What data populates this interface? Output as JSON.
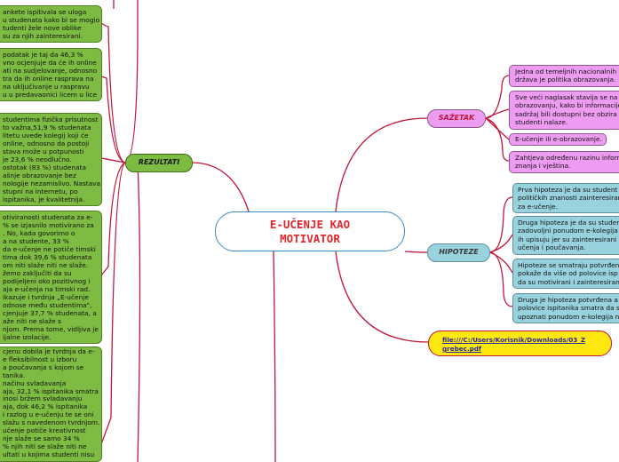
{
  "center": {
    "title_line1": "E-UČENJE KAO",
    "title_line2": "MOTIVATOR"
  },
  "rezultati": {
    "label": "REZULTATI",
    "items": [
      {
        "lines": [
          "ankete ispitivala se uloga",
          "u studenata kako bi se mogio",
          "tudenti žele nove oblike",
          "su za njih zainteresirani."
        ]
      },
      {
        "lines": [
          "podatak je taj da 46,3 %",
          "vno ocjenjuje da će ih online",
          "ati na sudjelovanje, odnosno",
          "tra da ih online rasprava na",
          "na uključivanje u raspravu",
          "u u predavaonici licem u lice"
        ]
      },
      {
        "lines": [
          "studentima fizička prisutnost",
          "to važna,51,9 % studenata",
          "litetu uvede kolegij koji će",
          "online, odnosno da postoji",
          "stava može u potpunosti",
          "je 23,6 % neodlučno.",
          "ostotak (83 %) studenata",
          "ašnje obrazovanje bez",
          "nologije nezamislivo. Nastava",
          "stupni na internetu, po",
          "ispitanika, je kvalitetnija."
        ]
      },
      {
        "lines": [
          "otiviranosti studenata za e-",
          "% se izjasnilo motivirano za",
          ". No, kada govorimo o",
          "a na studente, 33 %",
          "da e-učenje ne potiče timski",
          "tima dok 39,6 % studenata",
          "om niti slaže niti ne slaže.",
          "žemo zaključiti da su",
          "podijeljeni oko pozitivnog i",
          "aja e-učenja na timski rad.",
          "ikazuje i tvrdnja „E-učenje",
          "odnose među studentima\",",
          "cjenjuje 37,7 % studenata, a",
          "aže niti ne slaže s",
          "njom. Prema tome, vidljiva je",
          "ijalne izolacije."
        ]
      },
      {
        "lines": [
          "cjenu dobila je tvrdnja da e-",
          "e fleksibilnost u izboru",
          "a poučavanja s kojom se",
          "tanika.",
          "načinu svladavanja",
          "aja, 32,1 % ispitanika smatra",
          "inosi bržem svladavanju",
          "aja, dok 46,2 % ispitanika",
          "i razlog u e-učenju te se oni",
          "slažu s navedenom tvrdnjom.",
          "učenje potiče kreativnost",
          "nje slaže se samo 34 %",
          "% njih niti se slaže niti ne",
          "ultati u kojima studenti nisu"
        ]
      }
    ]
  },
  "sazetak": {
    "label": "SAŽETAK",
    "items": [
      {
        "lines": [
          "Jedna od temeljnih nacionalnih",
          "država je politika obrazovanja."
        ]
      },
      {
        "lines": [
          "Sve veći naglasak stavija se na",
          "obrazovanju, kako bi informacije",
          "sadržaj bili dostupni bez obzira",
          "studenti nalaze."
        ]
      },
      {
        "lines": [
          "E-učenje ili e-obrazovanje."
        ]
      },
      {
        "lines": [
          "Zahtjeva određenu razinu inform",
          "znanja i vještina."
        ]
      }
    ]
  },
  "hipoteze": {
    "label": "HIPOTEZE",
    "items": [
      {
        "lines": [
          "Prva hipoteza je da su student",
          "političkih znanosti zainteresiran",
          "za e-učenje."
        ]
      },
      {
        "lines": [
          "Druga hipoteza je da su studen",
          "zadovoljni ponudom e-kolegija",
          "ih upisuju jer su zainteresirani",
          "učenja i poučavanja."
        ]
      },
      {
        "lines": [
          "Hipoteze se smatraju potvrđen",
          "pokaže da više od polovice isp",
          "da su motivirani i zainteresiran"
        ]
      },
      {
        "lines": [
          "Druga je hipoteza potvrđena a",
          "polovice ispitanika smatra da s",
          "upoznati ponudom e-kolegija n"
        ]
      }
    ]
  },
  "file_link": {
    "line1": "file:///C:/Users/Korisnik/Downloads/03_Z",
    "line2": "grebec.pdf"
  }
}
